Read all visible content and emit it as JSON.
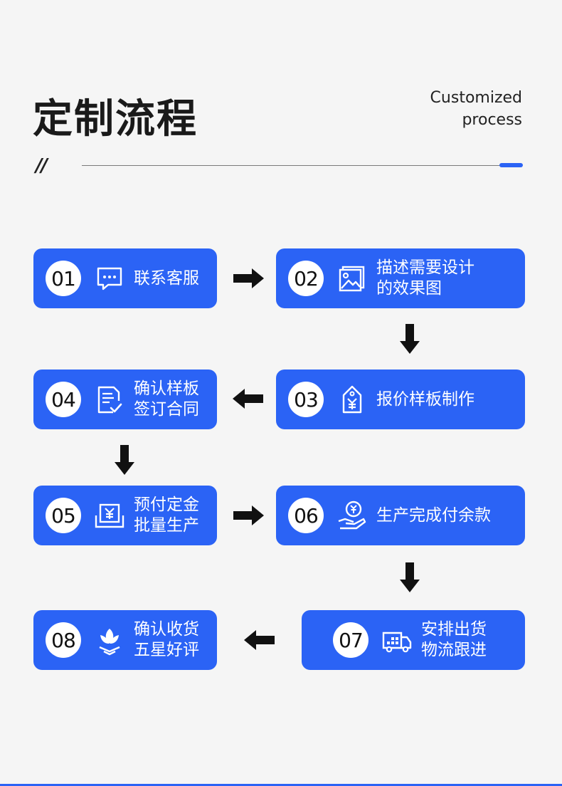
{
  "header": {
    "title_cn": "定制流程",
    "title_en_line1": "Customized",
    "title_en_line2": "process",
    "divider_mark": "//"
  },
  "steps": [
    {
      "num": "01",
      "line1": "联系客服",
      "line2": "",
      "icon": "chat-icon"
    },
    {
      "num": "02",
      "line1": "描述需要设计",
      "line2": "的效果图",
      "icon": "image-icon"
    },
    {
      "num": "03",
      "line1": "报价样板制作",
      "line2": "",
      "icon": "price-tag-icon"
    },
    {
      "num": "04",
      "line1": "确认样板",
      "line2": "签订合同",
      "icon": "document-check-icon"
    },
    {
      "num": "05",
      "line1": "预付定金",
      "line2": "批量生产",
      "icon": "yuan-envelope-icon"
    },
    {
      "num": "06",
      "line1": "生产完成付余款",
      "line2": "",
      "icon": "hand-coin-icon"
    },
    {
      "num": "07",
      "line1": "安排出货",
      "line2": "物流跟进",
      "icon": "delivery-truck-icon"
    },
    {
      "num": "08",
      "line1": "确认收货",
      "line2": "五星好评",
      "icon": "lotus-icon"
    }
  ],
  "colors": {
    "accent": "#2b63f5",
    "background": "#f5f5f5",
    "arrow": "#111111"
  }
}
